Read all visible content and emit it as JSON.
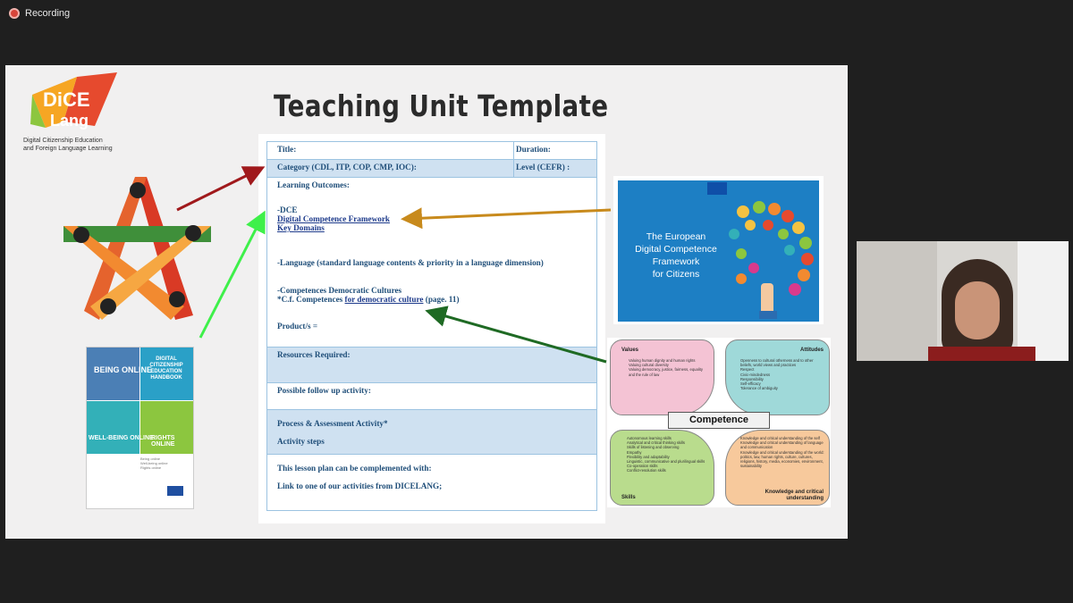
{
  "recording": {
    "label": "Recording"
  },
  "slide": {
    "title": "Teaching Unit Template",
    "logo": {
      "wordmark": "DICE Lang",
      "subtitle_line1": "Digital Citizenship Education",
      "subtitle_line2": "and Foreign Language Learning"
    },
    "handbook": {
      "title": "DIGITAL CITIZENSHIP EDUCATION HANDBOOK",
      "labels": [
        "BEING ONLINE",
        "WELL-BEING ONLINE",
        "RIGHTS ONLINE"
      ],
      "sub_lines": [
        "Being online",
        "Well-being online",
        "Rights online"
      ]
    },
    "template": {
      "title_label": "Title:",
      "duration_label": "Duration:",
      "category_label": "Category (CDL, ITP, COP, CMP, IOC):",
      "level_label": "Level (CEFR) :",
      "learning_outcomes": "Learning Outcomes:",
      "dce": "-DCE",
      "dcf_link": "Digital Competence Framework",
      "key_domains": "Key Domains",
      "language_line": "-Language (standard language contents & priority in a language dimension)",
      "competences_line": "-Competences Democratic Cultures",
      "cf_prefix": "*C.f. Competences ",
      "cf_link": "for democratic culture",
      "cf_suffix": " (page. 11)",
      "product": "Product/s =",
      "resources": "Resources Required:",
      "follow_up": "Possible follow up activity:",
      "process": "Process & Assessment Activity*",
      "activity_steps": "Activity steps",
      "complement": "This lesson plan can be complemented with:",
      "link_line": "Link to one of our activities from DICELANG;"
    },
    "dcf_image": {
      "line1": "The European",
      "line2": "Digital Competence",
      "line3": "Framework",
      "line4": "for Citizens"
    },
    "competence_model": {
      "center": "Competence",
      "values": {
        "heading": "Values",
        "items": [
          "Valuing human dignity and human rights",
          "Valuing cultural diversity",
          "Valuing democracy, justice, fairness, equality and the rule of law"
        ]
      },
      "attitudes": {
        "heading": "Attitudes",
        "items": [
          "Openness to cultural otherness and to other beliefs, world views and practices",
          "Respect",
          "Civic-mindedness",
          "Responsibility",
          "Self-efficacy",
          "Tolerance of ambiguity"
        ]
      },
      "skills": {
        "heading": "Skills",
        "items": [
          "Autonomous learning skills",
          "Analytical and critical thinking skills",
          "Skills of listening and observing",
          "Empathy",
          "Flexibility and adaptability",
          "Linguistic, communicative and plurilingual skills",
          "Co-operation skills",
          "Conflict-resolution skills"
        ]
      },
      "knowledge": {
        "heading": "Knowledge and critical understanding",
        "items": [
          "Knowledge and critical understanding of the self",
          "Knowledge and critical understanding of language and communication",
          "Knowledge and critical understanding of the world: politics, law, human rights, culture, cultures, religions, history, media, economies, environment, sustainability"
        ]
      }
    }
  },
  "colors": {
    "red_arrow": "#a0191c",
    "green_arrow": "#3ef04a",
    "orange_arrow": "#c88a1c",
    "dark_green_arrow": "#1f6a24",
    "template_blue": "#cfe1f1",
    "template_text": "#1f4e79"
  }
}
